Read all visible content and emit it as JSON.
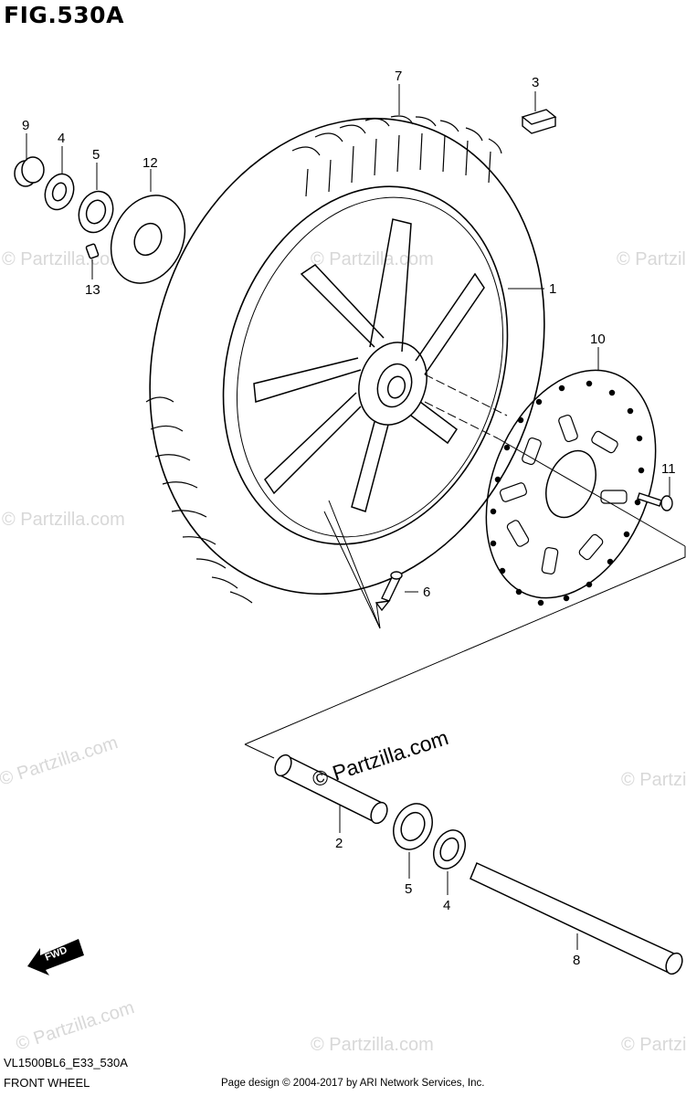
{
  "figure": {
    "title": "FIG.530A",
    "model_code": "VL1500BL6_E33_530A",
    "name": "FRONT WHEEL",
    "credit": "Page design © 2004-2017 by ARI Network Services, Inc."
  },
  "watermark": {
    "text": "© Partzilla.com",
    "main": "© Partzilla.com"
  },
  "fwd_label": "FWD",
  "callouts": {
    "c1": "1",
    "c2": "2",
    "c3": "3",
    "c4a": "4",
    "c4b": "4",
    "c5a": "5",
    "c5b": "5",
    "c6": "6",
    "c7": "7",
    "c8": "8",
    "c9": "9",
    "c10": "10",
    "c11": "11",
    "c12": "12",
    "c13": "13"
  }
}
